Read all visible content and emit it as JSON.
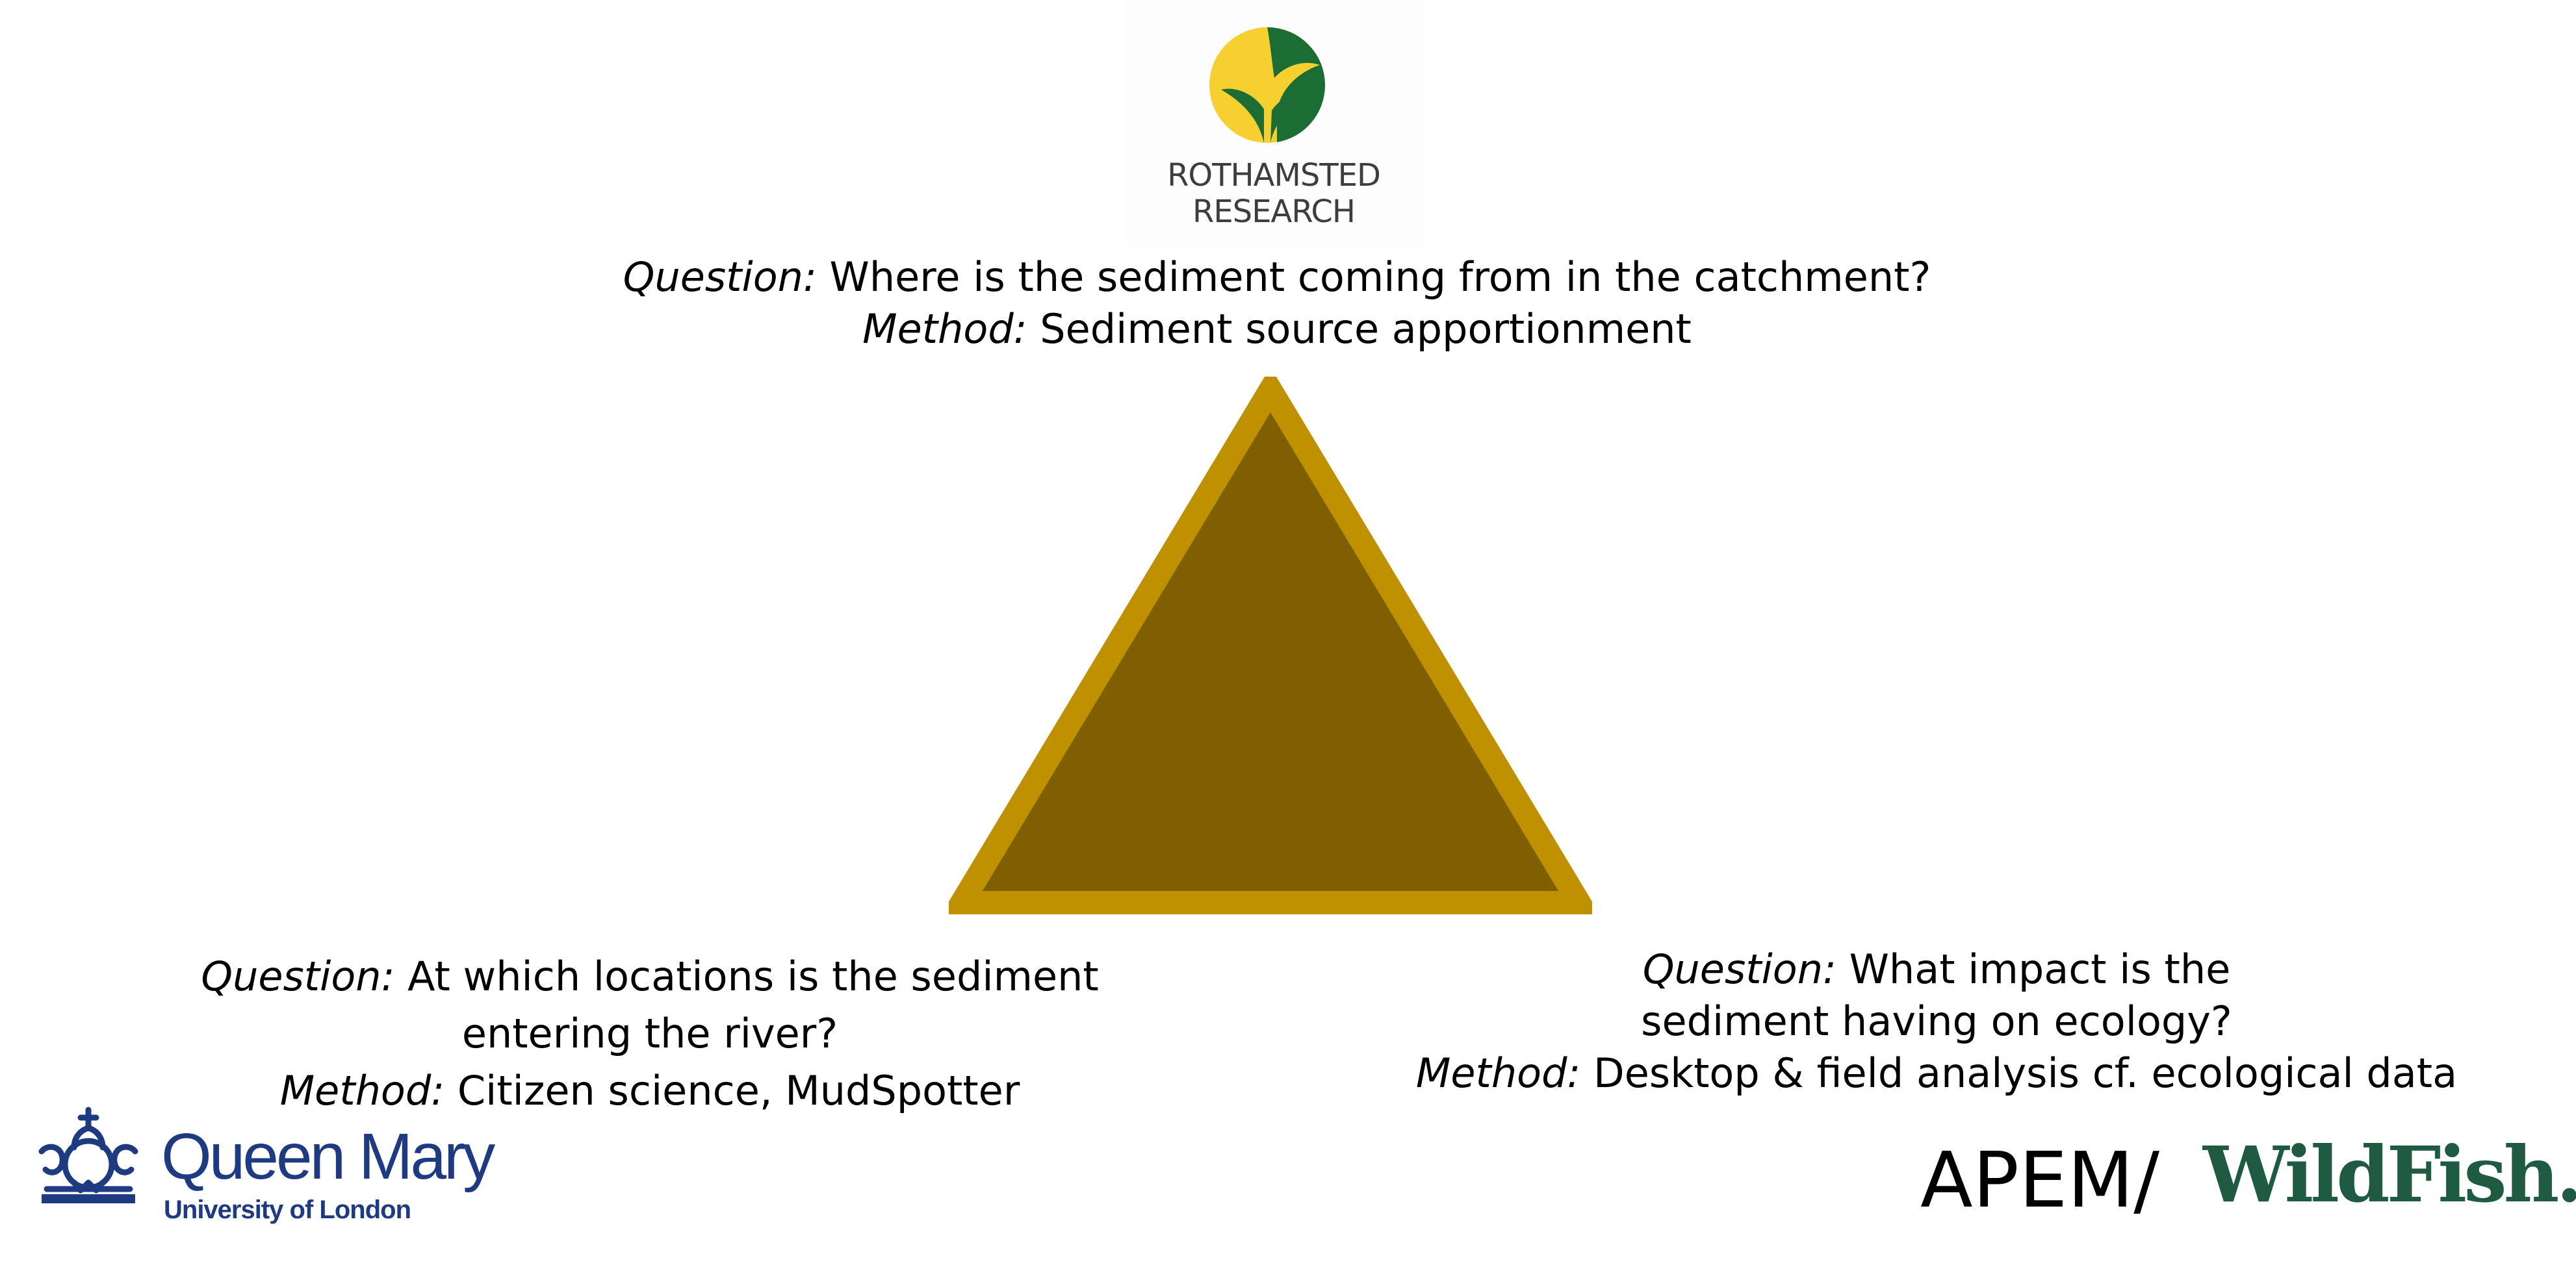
{
  "logos": {
    "rothamsted": {
      "line1": "ROTHAMSTED",
      "line2": "RESEARCH"
    },
    "queen_mary": {
      "name": "Queen Mary",
      "subtitle": "University of London"
    },
    "apem": "APEM/",
    "wildfish": "WildFish."
  },
  "top": {
    "question_label": "Question:",
    "question_text": " Where is the sediment coming from in the catchment?",
    "method_label": "Method:",
    "method_text": " Sediment source apportionment"
  },
  "left": {
    "question_label": "Question:",
    "question_text_1": " At which locations is the sediment",
    "question_text_2": "entering the river?",
    "method_label": "Method:",
    "method_text": " Citizen science, MudSpotter"
  },
  "right": {
    "question_label": "Question:",
    "question_text_1": " What impact is the",
    "question_text_2": "sediment having on ecology?",
    "method_label": "Method:",
    "method_text": " Desktop & field analysis cf. ecological data"
  },
  "colors": {
    "triangle_fill": "#7f5f00",
    "triangle_border": "#bf9000",
    "rothamsted_yellow": "#f6cf31",
    "rothamsted_green": "#1b6d34",
    "qm_blue": "#1e3a80",
    "wildfish_green": "#1f5a43"
  }
}
